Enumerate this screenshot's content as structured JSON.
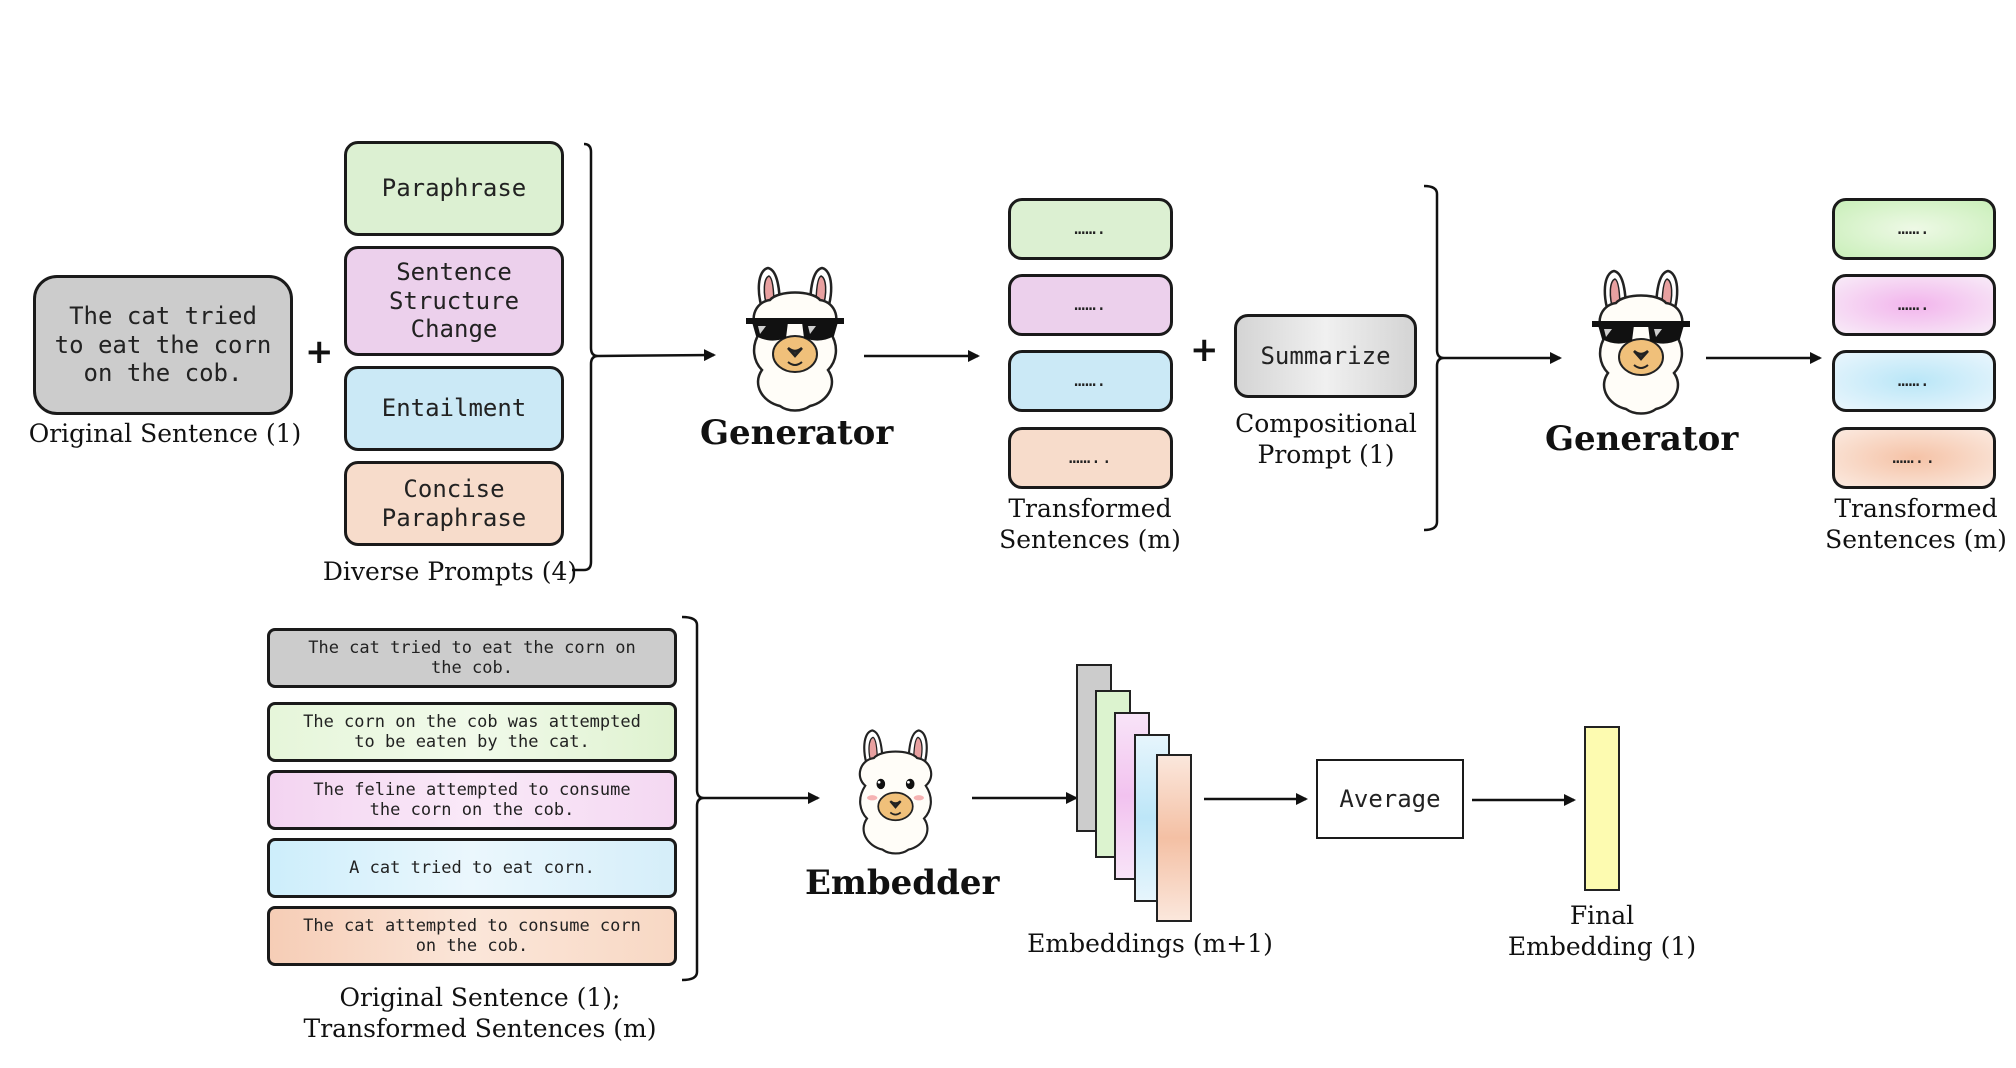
{
  "colors": {
    "grey": "#cccccc",
    "green": "#dcf0d2",
    "pink": "#ecd0ec",
    "blue": "#cbe9f6",
    "peach": "#f7dccb",
    "final_yellow": "#fdfbb0"
  },
  "top": {
    "original_sentence": "The cat tried\nto eat the corn\non the cob.",
    "original_label": "Original Sentence (1)",
    "plus": "+",
    "prompts": [
      "Paraphrase",
      "Sentence\nStructure\nChange",
      "Entailment",
      "Concise\nParaphrase"
    ],
    "prompts_label": "Diverse Prompts (4)",
    "generator_label": "Generator",
    "transformed_placeholders": [
      "…….",
      "…….",
      "…….",
      "…….."
    ],
    "transformed_label": "Transformed\nSentences (m)",
    "summarize": "Summarize",
    "compositional_label": "Compositional\nPrompt (1)",
    "generator2_label": "Generator",
    "transformed2_placeholders": [
      "…….",
      "…….",
      "…….",
      "…….."
    ],
    "transformed2_label": "Transformed\nSentences (m)"
  },
  "bottom": {
    "sentences": [
      "The cat tried to eat the corn on\nthe cob.",
      "The corn on the cob was attempted\nto be eaten by the cat.",
      "The feline attempted to consume\nthe corn on the cob.",
      "A cat tried to eat corn.",
      "The cat attempted to consume corn\non the cob."
    ],
    "sentences_label": "Original Sentence (1);\nTransformed Sentences (m)",
    "embedder_label": "Embedder",
    "embeddings_label": "Embeddings (m+1)",
    "average": "Average",
    "final_label": "Final\nEmbedding (1)"
  },
  "icons": [
    "llama-sunglasses-icon",
    "llama-sunglasses-icon",
    "llama-icon"
  ]
}
